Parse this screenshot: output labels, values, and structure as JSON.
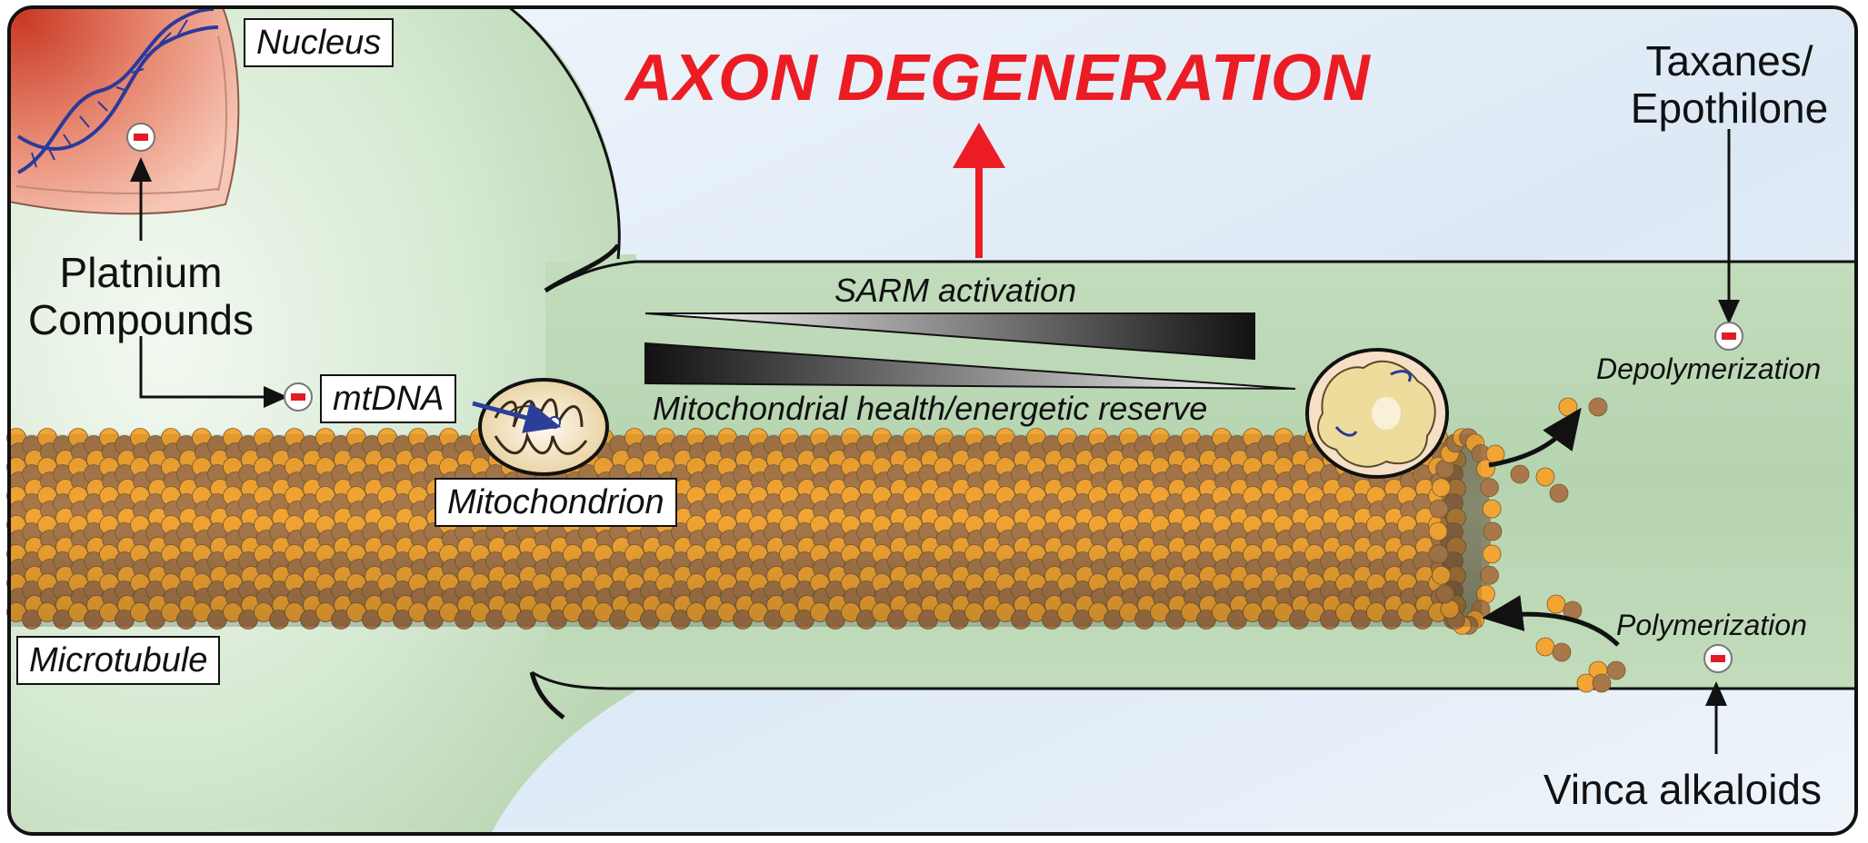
{
  "title": "AXON DEGENERATION",
  "labels": {
    "nucleus": "Nucleus",
    "mtdna": "mtDNA",
    "mitochondrion": "Mitochondrion",
    "microtubule": "Microtubule",
    "sarm": "SARM activation",
    "mito_health": "Mitochondrial health/energetic reserve",
    "depolymerization": "Depolymerization",
    "polymerization": "Polymerization"
  },
  "drugs": {
    "platinum": [
      "Platnium",
      "Compounds"
    ],
    "taxanes": [
      "Taxanes/",
      "Epothilone"
    ],
    "vinca": "Vinca alkaloids"
  },
  "colors": {
    "title_red": "#ec1c24",
    "cell_body_green": "#cfe6cf",
    "axon_green": "#bcd9b6",
    "background_blue": "#e2eef8",
    "tubulin_orange": "#f3a533",
    "tubulin_brown": "#a8784a",
    "nucleus_red": "#d9553f",
    "dna_blue": "#2a3a9a"
  },
  "icons": {
    "inhibitor": "minus-badge-icon",
    "dna": "dna-helix-icon",
    "arrow": "arrow-icon"
  }
}
